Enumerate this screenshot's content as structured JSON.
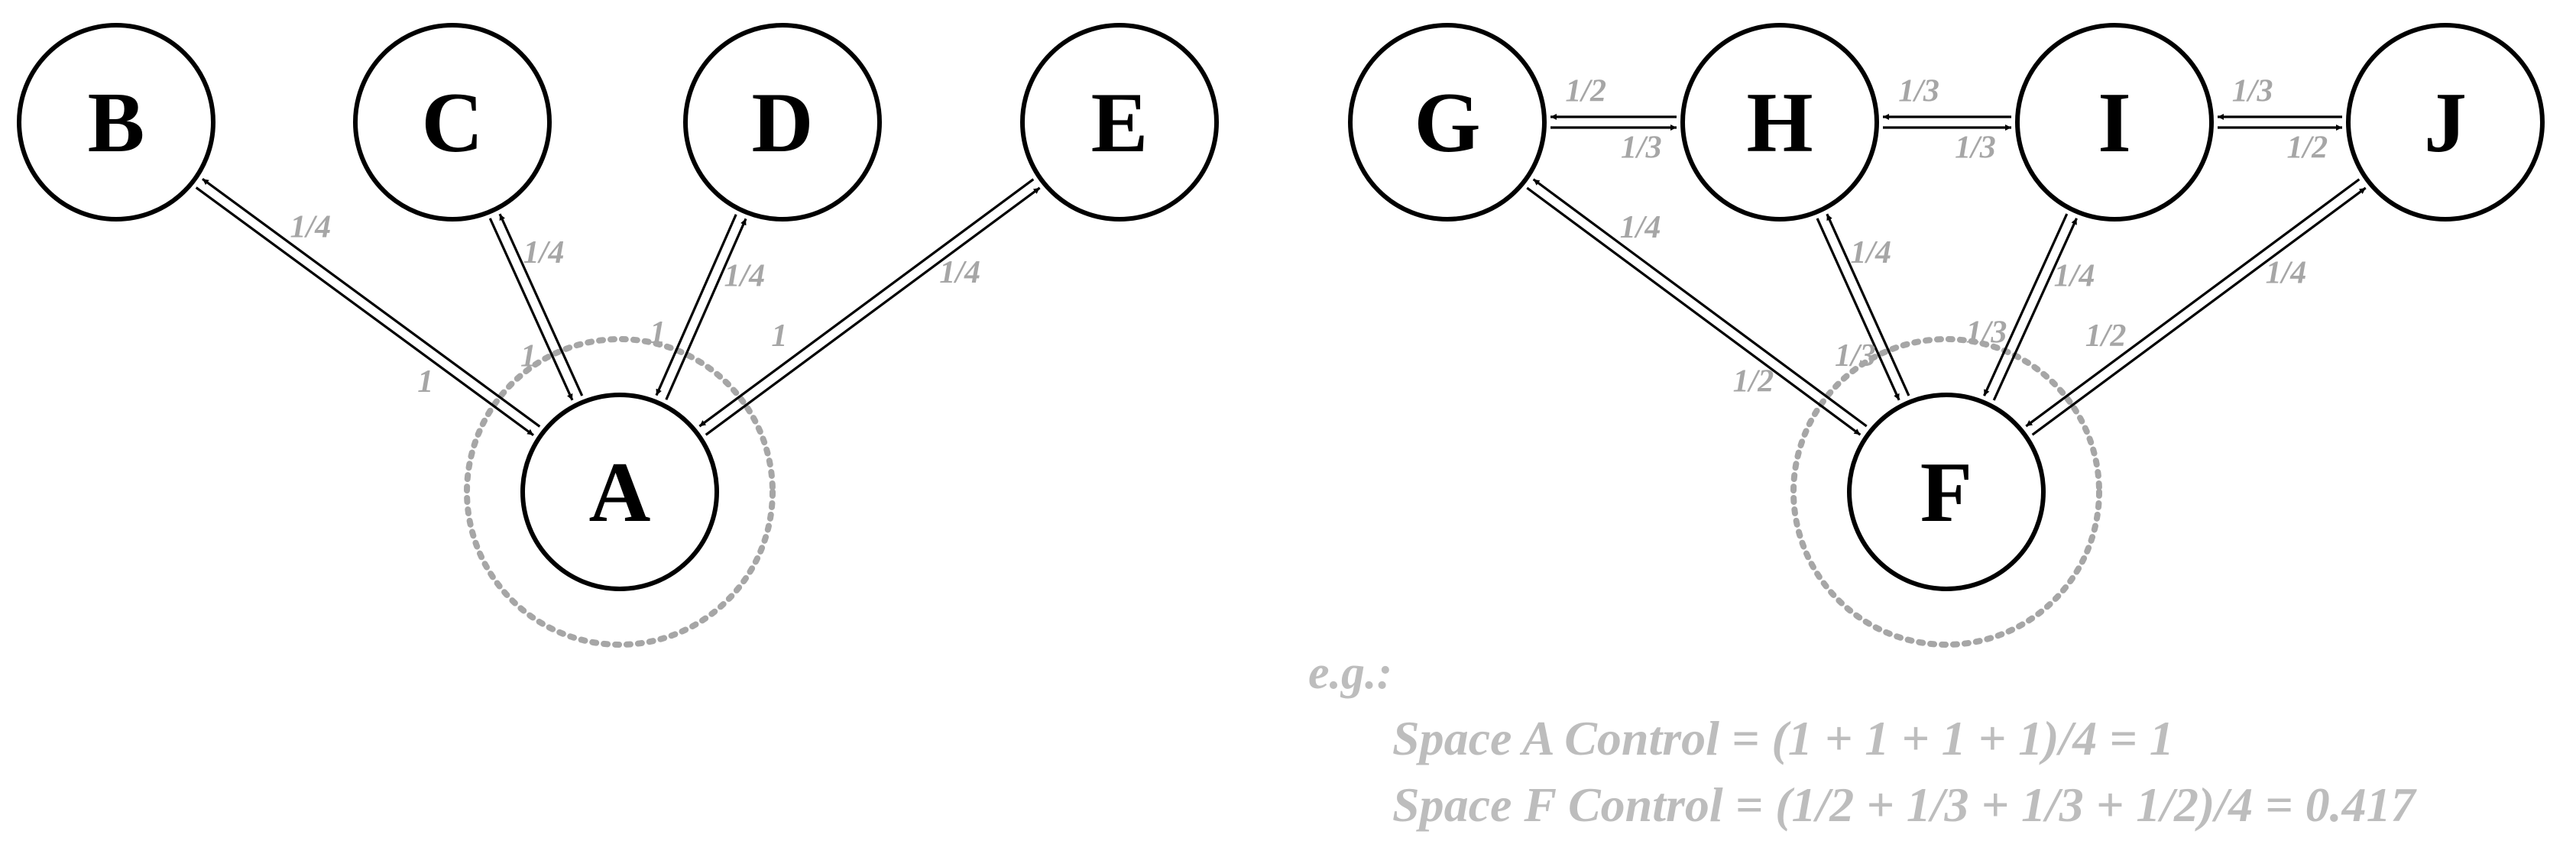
{
  "nodes": [
    {
      "id": "A",
      "label": "A"
    },
    {
      "id": "B",
      "label": "B"
    },
    {
      "id": "C",
      "label": "C"
    },
    {
      "id": "D",
      "label": "D"
    },
    {
      "id": "E",
      "label": "E"
    },
    {
      "id": "F",
      "label": "F"
    },
    {
      "id": "G",
      "label": "G"
    },
    {
      "id": "H",
      "label": "H"
    },
    {
      "id": "I",
      "label": "I"
    },
    {
      "id": "J",
      "label": "J"
    }
  ],
  "edges": [
    {
      "from": "A",
      "to": "B",
      "label": "1/4"
    },
    {
      "from": "B",
      "to": "A",
      "label": "1"
    },
    {
      "from": "A",
      "to": "C",
      "label": "1/4"
    },
    {
      "from": "C",
      "to": "A",
      "label": "1"
    },
    {
      "from": "A",
      "to": "D",
      "label": "1/4"
    },
    {
      "from": "D",
      "to": "A",
      "label": "1"
    },
    {
      "from": "A",
      "to": "E",
      "label": "1/4"
    },
    {
      "from": "E",
      "to": "A",
      "label": "1"
    },
    {
      "from": "H",
      "to": "G",
      "label": "1/2"
    },
    {
      "from": "G",
      "to": "H",
      "label": "1/3"
    },
    {
      "from": "I",
      "to": "H",
      "label": "1/3"
    },
    {
      "from": "H",
      "to": "I",
      "label": "1/3"
    },
    {
      "from": "J",
      "to": "I",
      "label": "1/3"
    },
    {
      "from": "I",
      "to": "J",
      "label": "1/2"
    },
    {
      "from": "F",
      "to": "G",
      "label": "1/4"
    },
    {
      "from": "G",
      "to": "F",
      "label": "1/2"
    },
    {
      "from": "F",
      "to": "H",
      "label": "1/4"
    },
    {
      "from": "H",
      "to": "F",
      "label": "1/3"
    },
    {
      "from": "F",
      "to": "I",
      "label": "1/4"
    },
    {
      "from": "I",
      "to": "F",
      "label": "1/3"
    },
    {
      "from": "F",
      "to": "J",
      "label": "1/4"
    },
    {
      "from": "J",
      "to": "F",
      "label": "1/2"
    }
  ],
  "highlighted_nodes": [
    "A",
    "F"
  ],
  "example": {
    "label": "e.g.:",
    "formula_a": "Space A Control = (1 + 1 + 1 + 1)/4 = 1",
    "formula_f": "Space F Control = (1/2 + 1/3 + 1/3 + 1/2)/4 = 0.417"
  },
  "colors": {
    "node_stroke": "#000000",
    "edge_label": "#a6a6a6",
    "highlight_ring": "#a6a6a6",
    "example_text": "#bdbdbd"
  }
}
